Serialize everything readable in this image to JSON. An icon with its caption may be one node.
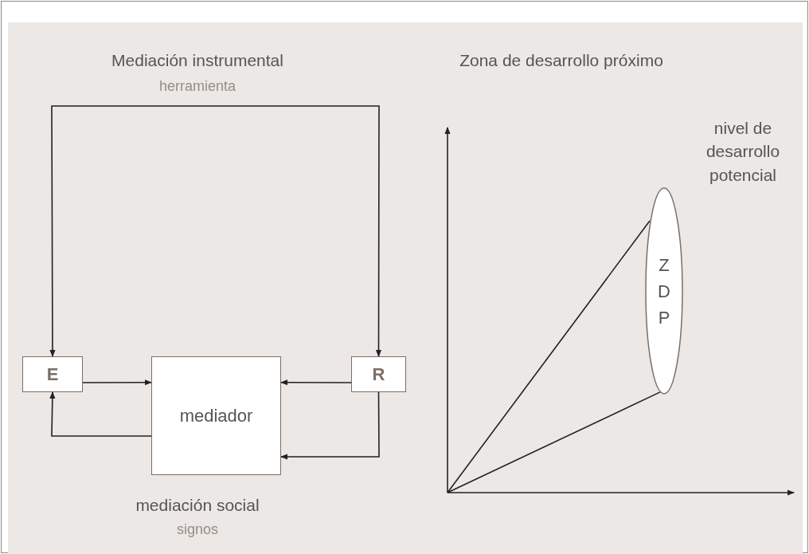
{
  "diagram": {
    "nodes": [
      {
        "text": [
          "E"
        ]
      },
      {
        "text": [
          "mediador"
        ]
      },
      {
        "text": [
          "R"
        ]
      },
      {
        "text": [
          "Z D P"
        ],
        "beside": [
          "nivel de desarrollo potencial"
        ]
      }
    ],
    "edges": [
      {
        "from": 0,
        "to": 2,
        "arrow": "both",
        "label": "herramienta"
      },
      {
        "from": 0,
        "to": 1,
        "arrow": "to"
      },
      {
        "from": 2,
        "to": 1,
        "arrow": "to"
      },
      {
        "from": 1,
        "to": 0,
        "arrow": "to"
      },
      {
        "from": 2,
        "to": 1,
        "arrow": "to"
      },
      {
        "from": null,
        "to": 3,
        "arrow": "none"
      },
      {
        "from": null,
        "to": 3,
        "arrow": "none"
      }
    ],
    "labels": [
      "Mediación instrumental",
      "Zona de desarrollo próximo",
      "mediación social",
      "signos"
    ]
  }
}
